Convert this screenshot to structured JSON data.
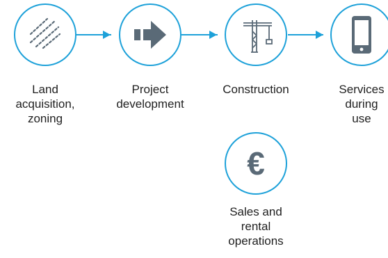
{
  "steps": [
    {
      "label": "Land\nacquisition,\nzoning",
      "icon": "diagonal-lines-icon"
    },
    {
      "label": "Project\ndevelopment",
      "icon": "arrow-right-icon"
    },
    {
      "label": "Construction",
      "icon": "crane-icon"
    },
    {
      "label": "Services\nduring\nuse",
      "icon": "smartphone-icon"
    }
  ],
  "branch": {
    "label": "Sales and\nrental\noperations",
    "icon": "euro-icon",
    "symbol": "€"
  },
  "colors": {
    "accent": "#1da1d9",
    "icon": "#5a6a77",
    "text": "#1f1f1f"
  }
}
